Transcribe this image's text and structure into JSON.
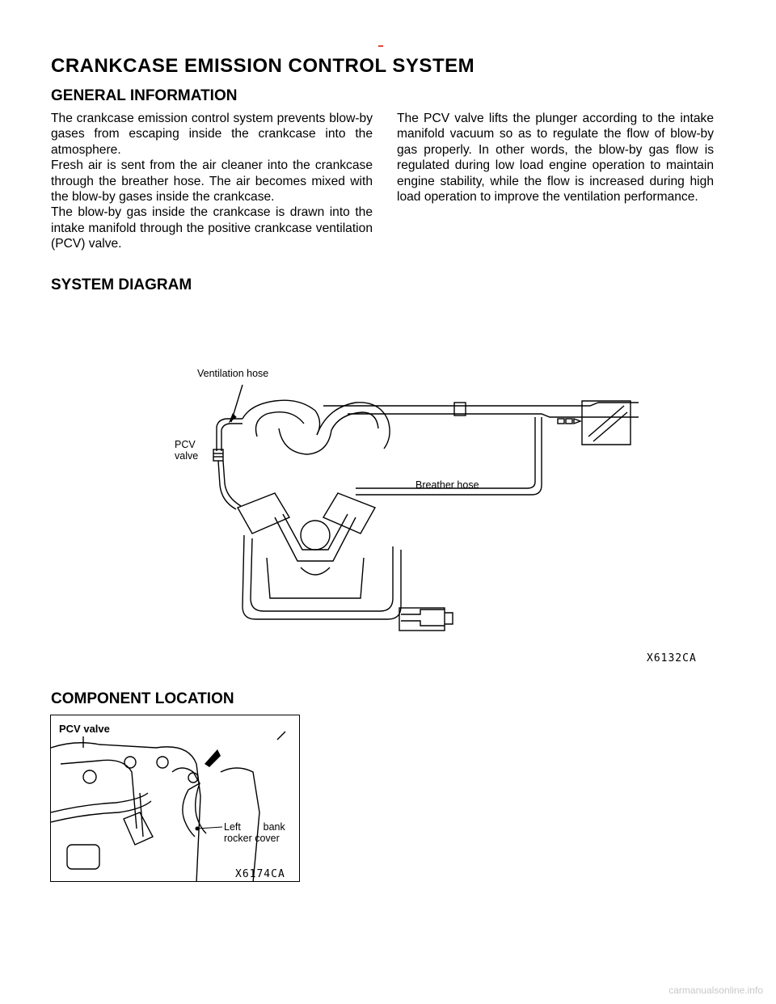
{
  "page": {
    "title": "CRANKCASE EMISSION CONTROL SYSTEM"
  },
  "general_information": {
    "heading": "GENERAL INFORMATION",
    "left_paragraphs": [
      "The crankcase emission control system prevents blow-by gases from escaping inside the crankcase into the atmosphere.",
      "Fresh air is sent from the air cleaner into the crankcase through the breather hose. The air becomes mixed with the blow-by gases inside the crankcase.",
      "The blow-by gas inside the crankcase is drawn into the intake manifold through the positive crankcase ventilation (PCV) valve."
    ],
    "right_paragraph": "The PCV valve lifts the plunger according to the intake manifold vacuum so as to regulate the flow of blow-by gas properly. In other words, the blow-by gas flow is regulated during low load engine operation to maintain engine stability, while the flow is increased during high load operation to improve the ventilation performance."
  },
  "system_diagram": {
    "heading": "SYSTEM DIAGRAM",
    "labels": {
      "ventilation_hose": "Ventilation hose",
      "pcv_valve_line1": "PCV",
      "pcv_valve_line2": "valve",
      "breather_hose": "Breather  hose"
    },
    "figure_code": "X6132CA"
  },
  "component_location": {
    "heading": "COMPONENT LOCATION",
    "labels": {
      "pcv_valve": "PCV  valve",
      "left_bank_line1": "Left        bank",
      "left_bank_line2": "rocker cover"
    },
    "figure_code": "X6174CA"
  },
  "footer": {
    "watermark": "carmanualsonline.info"
  },
  "colors": {
    "top_mark": "#e8453c",
    "watermark": "#c8c8c8"
  }
}
